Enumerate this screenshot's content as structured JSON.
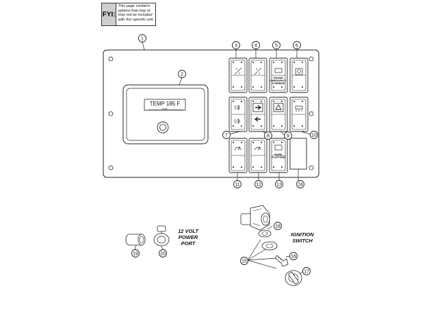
{
  "fyi": {
    "tag": "FYI:",
    "note_lines": [
      "This page contains",
      "options that may or",
      "may not be included",
      "with this specific unit."
    ]
  },
  "display": {
    "readout": "TEMP 185 F",
    "sub": "FUEL"
  },
  "switch_text": {
    "engine_emergency": [
      "ENGINE",
      "EMERGENCY",
      "OVERRIDE"
    ],
    "work_platform": [
      "WORK",
      "PLATFORM"
    ]
  },
  "labels": {
    "power_port": [
      "12 VOLT",
      "POWER",
      "PORT"
    ],
    "ignition": [
      "IGNITION",
      "SWITCH"
    ]
  },
  "callouts": [
    "1",
    "2",
    "3",
    "4",
    "5",
    "6",
    "7",
    "8",
    "9",
    "10",
    "11",
    "12",
    "13",
    "14",
    "15",
    "16",
    "17",
    "18",
    "19",
    "20"
  ]
}
